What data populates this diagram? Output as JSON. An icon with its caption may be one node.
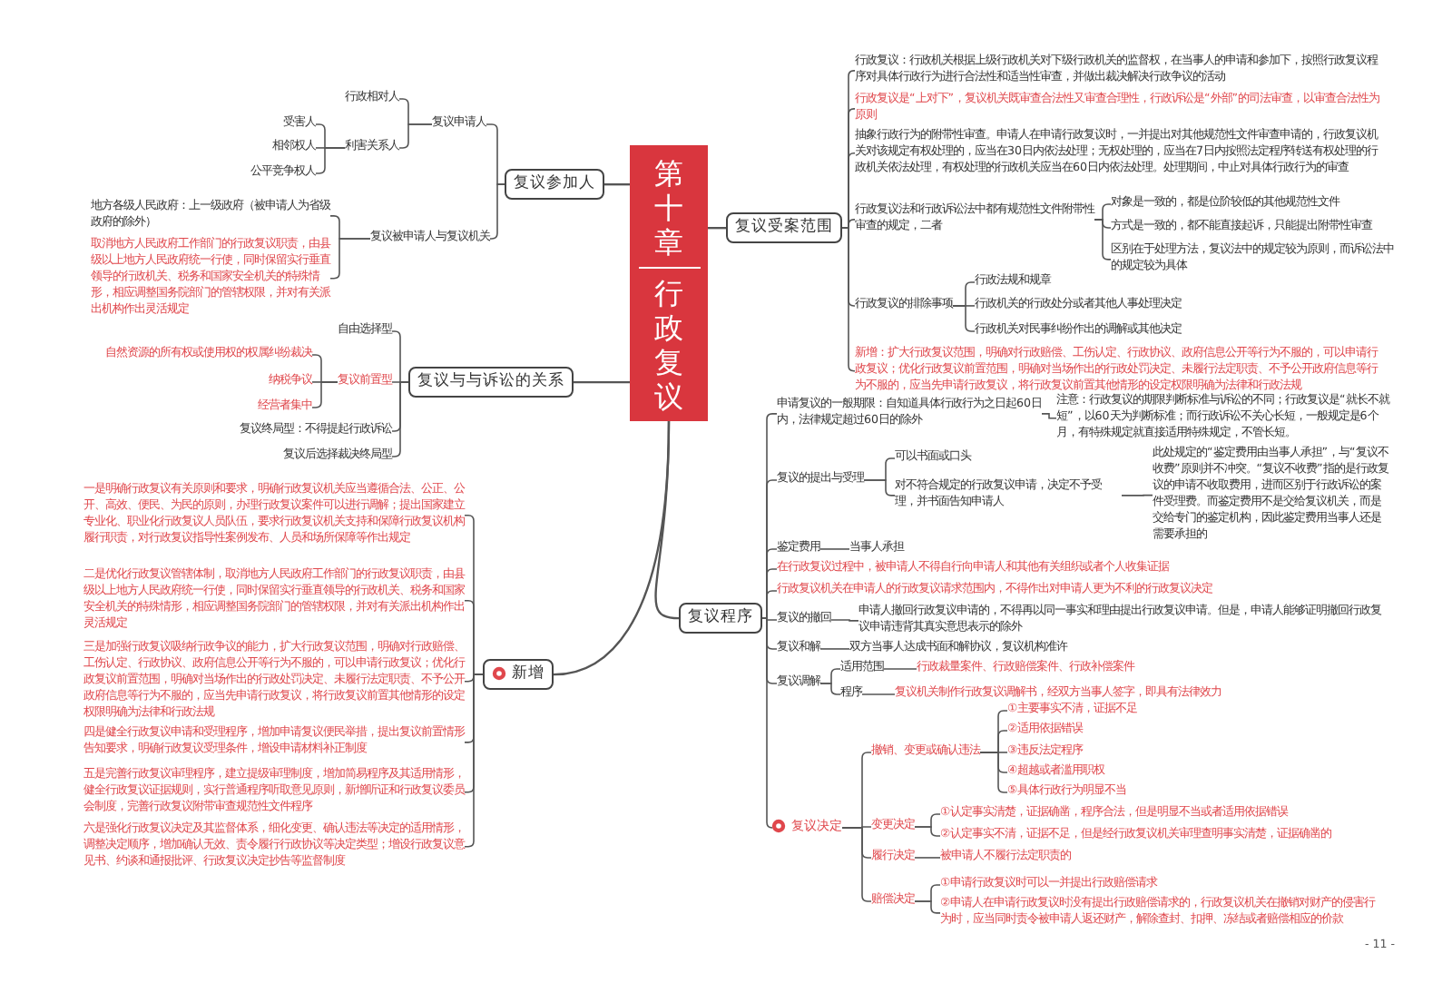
{
  "diagram": {
    "nodes": [
      {
        "text": [
          "第十章",
          "行政复议"
        ]
      },
      {
        "text": [
          "复议参加人"
        ]
      },
      {
        "text": [
          "复议申请人"
        ]
      },
      {
        "text": [
          "行政相对人"
        ]
      },
      {
        "text": [
          "利害关系人"
        ]
      },
      {
        "text": [
          "受害人"
        ]
      },
      {
        "text": [
          "相邻权人"
        ]
      },
      {
        "text": [
          "公平竞争权人"
        ]
      },
      {
        "text": [
          "复议被申请人与复议机关"
        ]
      },
      {
        "text": [
          "地方各级人民政府：上一级政府（被申请人为省级政府的除外）"
        ]
      },
      {
        "text": [
          "取消地方人民政府工作部门的行政复议职责，由县级以上地方人民政府统一行使，同时保留实行垂直领导的行政机关、税务和国家安全机关的特殊情形，相应调整国务院部门的管辖权限，并对有关派出机构作出灵活规定"
        ]
      },
      {
        "text": [
          "复议与与诉讼的关系"
        ]
      },
      {
        "text": [
          "自由选择型"
        ]
      },
      {
        "text": [
          "复议前置型"
        ]
      },
      {
        "text": [
          "自然资源的所有权或使用权的权属纠纷裁决"
        ]
      },
      {
        "text": [
          "纳税争议"
        ]
      },
      {
        "text": [
          "经营者集中"
        ]
      },
      {
        "text": [
          "复议终局型：不得提起行政诉讼"
        ]
      },
      {
        "text": [
          "复议后选择裁决终局型"
        ]
      },
      {
        "text": [
          "新增"
        ]
      },
      {
        "text": [
          "一是明确行政复议有关原则和要求，明确行政复议机关应当遵循合法、公正、公开、高效、便民、为民的原则，办理行政复议案件可以进行调解；提出国家建立专业化、职业化行政复议人员队伍，要求行政复议机关支持和保障行政复议机构履行职责，对行政复议指导性案例发布、人员和场所保障等作出规定"
        ]
      },
      {
        "text": [
          "二是优化行政复议管辖体制，取消地方人民政府工作部门的行政复议职责，由县级以上地方人民政府统一行使，同时保留实行垂直领导的行政机关、税务和国家安全机关的特殊情形，相应调整国务院部门的管辖权限，并对有关派出机构作出灵活规定"
        ]
      },
      {
        "text": [
          "三是加强行政复议吸纳行政争议的能力，扩大行政复议范围，明确对行政赔偿、工伤认定、行政协议、政府信息公开等行为不服的，可以申请行政复议；优化行政复议前置范围，明确对当场作出的行政处罚决定、未履行法定职责、不予公开政府信息等行为不服的，应当先申请行政复议，将行政复议前置其他情形的设定权限明确为法律和行政法规"
        ]
      },
      {
        "text": [
          "四是健全行政复议申请和受理程序，增加申请复议便民举措，提出复议前置情形告知要求，明确行政复议受理条件，增设申请材料补正制度"
        ]
      },
      {
        "text": [
          "五是完善行政复议审理程序，建立提级审理制度，增加简易程序及其适用情形，健全行政复议证据规则，实行普通程序听取意见原则，新增听证和行政复议委员会制度，完善行政复议附带审查规范性文件程序"
        ]
      },
      {
        "text": [
          "六是强化行政复议决定及其监督体系，细化变更、确认违法等决定的适用情形，调整决定顺序，增加确认无效、责令履行行政协议等决定类型；增设行政复议意见书、约谈和通报批评、行政复议决定抄告等监督制度"
        ]
      },
      {
        "text": [
          "复议受案范围"
        ]
      },
      {
        "text": [
          "行政复议：行政机关根据上级行政机关对下级行政机关的监督权，在当事人的申请和参加下，按照行政复议程序对具体行政行为进行合法性和适当性审查，并做出裁决解决行政争议的活动"
        ]
      },
      {
        "text": [
          "行政复议是“上对下”，复议机关既审查合法性又审查合理性，行政诉讼是“外部”的司法审查，以审查合法性为原则"
        ]
      },
      {
        "text": [
          "抽象行政行为的附带性审查。申请人在申请行政复议时，一并提出对其他规范性文件审查申请的，行政复议机关对该规定有权处理的，应当在30日内依法处理；无权处理的，应当在7日内按照法定程序转送有权处理的行政机关依法处理，有权处理的行政机关应当在60日内依法处理。处理期间，中止对具体行政行为的审查"
        ]
      },
      {
        "text": [
          "行政复议法和行政诉讼法中都有规范性文件附带性审查的规定，二者"
        ]
      },
      {
        "text": [
          "对象是一致的，都是位阶较低的其他规范性文件"
        ]
      },
      {
        "text": [
          "方式是一致的，都不能直接起诉，只能提出附带性审查"
        ]
      },
      {
        "text": [
          "区别在于处理方法，复议法中的规定较为原则，而诉讼法中的规定较为具体"
        ]
      },
      {
        "text": [
          "行政复议的排除事项"
        ]
      },
      {
        "text": [
          "行政法规和规章"
        ]
      },
      {
        "text": [
          "行政机关的行政处分或者其他人事处理决定"
        ]
      },
      {
        "text": [
          "行政机关对民事纠纷作出的调解或其他决定"
        ]
      },
      {
        "text": [
          "新增：扩大行政复议范围，明确对行政赔偿、工伤认定、行政协议、政府信息公开等行为不服的，可以申请行政复议；优化行政复议前置范围，明确对当场作出的行政处罚决定、未履行法定职责、不予公开政府信息等行为不服的，应当先申请行政复议，将行政复议前置其他情形的设定权限明确为法律和行政法规"
        ]
      },
      {
        "text": [
          "复议程序"
        ]
      },
      {
        "text": [
          "申请复议的一般期限：自知道具体行政行为之日起60日内，法律规定超过60日的除外"
        ]
      },
      {
        "text": [
          "注意：行政复议的期限判断标准与诉讼的不同；行政复议是“就长不就短”，以60天为判断标准；而行政诉讼不关心长短，一般规定是6个月，有特殊规定就直接适用特殊规定，不管长短。"
        ]
      },
      {
        "text": [
          "复议的提出与受理"
        ]
      },
      {
        "text": [
          "可以书面或口头"
        ]
      },
      {
        "text": [
          "对不符合规定的行政复议申请，决定不予受理，并书面告知申请人"
        ]
      },
      {
        "text": [
          "此处规定的“鉴定费用由当事人承担”，与“复议不收费”原则并不冲突。“复议不收费”指的是行政复议的申请不收取费用，进而区别于行政诉讼的案件受理费。而鉴定费用不是交给复议机关，而是交给专门的鉴定机构，因此鉴定费用当事人还是需要承担的"
        ]
      },
      {
        "text": [
          "鉴定费用"
        ]
      },
      {
        "text": [
          "当事人承担"
        ]
      },
      {
        "text": [
          "在行政复议过程中，被申请人不得自行向申请人和其他有关组织或者个人收集证据"
        ]
      },
      {
        "text": [
          "行政复议机关在申请人的行政复议请求范围内，不得作出对申请人更为不利的行政复议决定"
        ]
      },
      {
        "text": [
          "复议的撤回"
        ]
      },
      {
        "text": [
          "申请人撤回行政复议申请的，不得再以同一事实和理由提出行政复议申请。但是，申请人能够证明撤回行政复议申请违背其真实意思表示的除外"
        ]
      },
      {
        "text": [
          "复议和解"
        ]
      },
      {
        "text": [
          "双方当事人达成书面和解协议，复议机构准许"
        ]
      },
      {
        "text": [
          "复议调解"
        ]
      },
      {
        "text": [
          "适用范围"
        ]
      },
      {
        "text": [
          "行政裁量案件、行政赔偿案件、行政补偿案件"
        ]
      },
      {
        "text": [
          "程序"
        ]
      },
      {
        "text": [
          "复议机关制作行政复议调解书，经双方当事人签字，即具有法律效力"
        ]
      },
      {
        "text": [
          "复议决定"
        ]
      },
      {
        "text": [
          "撤销、变更或确认违法"
        ]
      },
      {
        "text": [
          "①主要事实不清，证据不足"
        ]
      },
      {
        "text": [
          "②适用依据错误"
        ]
      },
      {
        "text": [
          "③违反法定程序"
        ]
      },
      {
        "text": [
          "④超越或者滥用职权"
        ]
      },
      {
        "text": [
          "⑤具体行政行为明显不当"
        ]
      },
      {
        "text": [
          "变更决定"
        ]
      },
      {
        "text": [
          "①认定事实清楚，证据确凿，程序合法，但是明显不当或者适用依据错误"
        ]
      },
      {
        "text": [
          "②认定事实不清，证据不足，但是经行政复议机关审理查明事实清楚，证据确凿的"
        ]
      },
      {
        "text": [
          "履行决定"
        ]
      },
      {
        "text": [
          "被申请人不履行法定职责的"
        ]
      },
      {
        "text": [
          "赔偿决定"
        ]
      },
      {
        "text": [
          "①申请行政复议时可以一并提出行政赔偿请求"
        ]
      },
      {
        "text": [
          "②申请人在申请行政复议时没有提出行政赔偿请求的，行政复议机关在撤销对财产的侵害行为时，应当同时责令被申请人返还财产，解除查封、扣押、冻结或者赔偿相应的价款"
        ]
      }
    ],
    "edges": [
      {
        "from": 0,
        "to": 1,
        "arrow": "none"
      },
      {
        "from": 0,
        "to": 11,
        "arrow": "none"
      },
      {
        "from": 0,
        "to": 19,
        "arrow": "none"
      },
      {
        "from": 0,
        "to": 26,
        "arrow": "none"
      },
      {
        "from": 0,
        "to": 39,
        "arrow": "none"
      },
      {
        "from": 1,
        "to": 2,
        "arrow": "none"
      },
      {
        "from": 1,
        "to": 8,
        "arrow": "none"
      },
      {
        "from": 2,
        "to": 3,
        "arrow": "none"
      },
      {
        "from": 2,
        "to": 4,
        "arrow": "none"
      },
      {
        "from": 4,
        "to": 5,
        "arrow": "none"
      },
      {
        "from": 4,
        "to": 6,
        "arrow": "none"
      },
      {
        "from": 4,
        "to": 7,
        "arrow": "none"
      },
      {
        "from": 8,
        "to": 9,
        "arrow": "none"
      },
      {
        "from": 8,
        "to": 10,
        "arrow": "none"
      },
      {
        "from": 11,
        "to": 12,
        "arrow": "none"
      },
      {
        "from": 11,
        "to": 13,
        "arrow": "none"
      },
      {
        "from": 11,
        "to": 17,
        "arrow": "none"
      },
      {
        "from": 11,
        "to": 18,
        "arrow": "none"
      },
      {
        "from": 13,
        "to": 14,
        "arrow": "none"
      },
      {
        "from": 13,
        "to": 15,
        "arrow": "none"
      },
      {
        "from": 13,
        "to": 16,
        "arrow": "none"
      },
      {
        "from": 19,
        "to": 20,
        "arrow": "none"
      },
      {
        "from": 19,
        "to": 21,
        "arrow": "none"
      },
      {
        "from": 19,
        "to": 22,
        "arrow": "none"
      },
      {
        "from": 19,
        "to": 23,
        "arrow": "none"
      },
      {
        "from": 19,
        "to": 24,
        "arrow": "none"
      },
      {
        "from": 19,
        "to": 25,
        "arrow": "none"
      },
      {
        "from": 26,
        "to": 27,
        "arrow": "none"
      },
      {
        "from": 26,
        "to": 28,
        "arrow": "none"
      },
      {
        "from": 26,
        "to": 29,
        "arrow": "none"
      },
      {
        "from": 26,
        "to": 30,
        "arrow": "none"
      },
      {
        "from": 26,
        "to": 34,
        "arrow": "none"
      },
      {
        "from": 26,
        "to": 38,
        "arrow": "none"
      },
      {
        "from": 30,
        "to": 31,
        "arrow": "none"
      },
      {
        "from": 30,
        "to": 32,
        "arrow": "none"
      },
      {
        "from": 30,
        "to": 33,
        "arrow": "none"
      },
      {
        "from": 34,
        "to": 35,
        "arrow": "none"
      },
      {
        "from": 34,
        "to": 36,
        "arrow": "none"
      },
      {
        "from": 34,
        "to": 37,
        "arrow": "none"
      },
      {
        "from": 39,
        "to": 40,
        "arrow": "none"
      },
      {
        "from": 39,
        "to": 42,
        "arrow": "none"
      },
      {
        "from": 39,
        "to": 46,
        "arrow": "none"
      },
      {
        "from": 39,
        "to": 48,
        "arrow": "none"
      },
      {
        "from": 39,
        "to": 49,
        "arrow": "none"
      },
      {
        "from": 39,
        "to": 50,
        "arrow": "none"
      },
      {
        "from": 39,
        "to": 52,
        "arrow": "none"
      },
      {
        "from": 39,
        "to": 54,
        "arrow": "none"
      },
      {
        "from": 39,
        "to": 59,
        "arrow": "none"
      },
      {
        "from": 40,
        "to": 41,
        "arrow": "none"
      },
      {
        "from": 42,
        "to": 43,
        "arrow": "none"
      },
      {
        "from": 42,
        "to": 44,
        "arrow": "none"
      },
      {
        "from": 44,
        "to": 45,
        "arrow": "none"
      },
      {
        "from": 46,
        "to": 47,
        "arrow": "none"
      },
      {
        "from": 50,
        "to": 51,
        "arrow": "none"
      },
      {
        "from": 52,
        "to": 53,
        "arrow": "none"
      },
      {
        "from": 54,
        "to": 55,
        "arrow": "none"
      },
      {
        "from": 54,
        "to": 57,
        "arrow": "none"
      },
      {
        "from": 55,
        "to": 56,
        "arrow": "none"
      },
      {
        "from": 57,
        "to": 58,
        "arrow": "none"
      },
      {
        "from": 59,
        "to": 60,
        "arrow": "none"
      },
      {
        "from": 59,
        "to": 66,
        "arrow": "none"
      },
      {
        "from": 59,
        "to": 69,
        "arrow": "none"
      },
      {
        "from": 59,
        "to": 71,
        "arrow": "none"
      },
      {
        "from": 60,
        "to": 61,
        "arrow": "none"
      },
      {
        "from": 60,
        "to": 62,
        "arrow": "none"
      },
      {
        "from": 60,
        "to": 63,
        "arrow": "none"
      },
      {
        "from": 60,
        "to": 64,
        "arrow": "none"
      },
      {
        "from": 60,
        "to": 65,
        "arrow": "none"
      },
      {
        "from": 66,
        "to": 67,
        "arrow": "none"
      },
      {
        "from": 66,
        "to": 68,
        "arrow": "none"
      },
      {
        "from": 69,
        "to": 70,
        "arrow": "none"
      },
      {
        "from": 71,
        "to": 72,
        "arrow": "none"
      },
      {
        "from": 71,
        "to": 73,
        "arrow": "none"
      }
    ],
    "labels": [
      "- 11 -"
    ]
  }
}
